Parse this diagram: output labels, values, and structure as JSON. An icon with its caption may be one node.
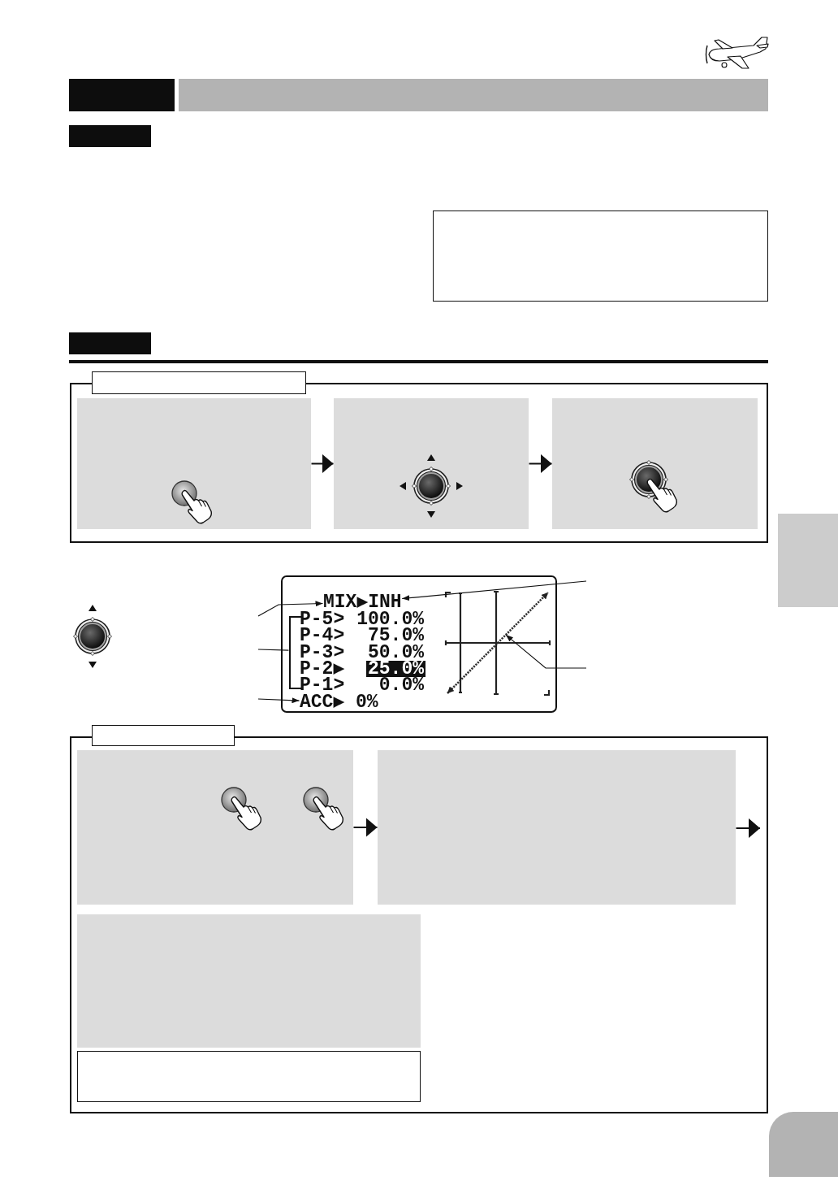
{
  "diagram": {
    "nodes": [
      {
        "text": [],
        "shape": "box"
      },
      {
        "text": [],
        "shape": "bar"
      },
      {
        "text": [],
        "shape": "box"
      },
      {
        "text": [],
        "shape": "box"
      },
      {
        "text": [],
        "shape": "box"
      },
      {
        "text": [],
        "shape": "box"
      },
      {
        "text": [],
        "shape": "box"
      },
      {
        "text": [],
        "shape": "box",
        "in": 6
      },
      {
        "text": [],
        "shape": "box",
        "in": 6
      },
      {
        "text": [],
        "shape": "box",
        "in": 6
      },
      {
        "text": [],
        "shape": "box"
      },
      {
        "text": [],
        "shape": "box"
      },
      {
        "text": [
          "MIX▶INH"
        ],
        "in": 11
      },
      {
        "text": [
          "P-5>",
          "100.0%",
          "P-4>",
          "75.0%",
          "P-3>",
          "50.0%",
          "P-2▶",
          "25.0%",
          "P-1>",
          "0.0%"
        ],
        "in": 11
      },
      {
        "text": [
          "ACC▶ 0%"
        ],
        "in": 11
      },
      {
        "text": [],
        "shape": "line",
        "in": 11
      },
      {
        "text": [],
        "shape": "box"
      },
      {
        "text": [],
        "shape": "box"
      },
      {
        "text": [],
        "shape": "box",
        "in": 17
      },
      {
        "text": [],
        "shape": "box",
        "in": 17
      },
      {
        "text": [],
        "shape": "box",
        "in": 17
      },
      {
        "text": [],
        "shape": "box",
        "in": 17
      },
      {
        "text": [],
        "shape": "box"
      }
    ],
    "edges": [
      {
        "from": 7,
        "to": 8,
        "arrow": "to"
      },
      {
        "from": 8,
        "to": 9,
        "arrow": "to"
      },
      {
        "from": null,
        "to": 12,
        "arrow": "to"
      },
      {
        "from": null,
        "to": 13,
        "arrow": "none"
      },
      {
        "from": null,
        "to": 14,
        "arrow": "to"
      },
      {
        "from": null,
        "to": 12,
        "arrow": "to"
      },
      {
        "from": null,
        "to": 15,
        "arrow": "to"
      },
      {
        "from": 18,
        "to": 19,
        "arrow": "to"
      },
      {
        "from": 19,
        "to": null,
        "arrow": "to"
      }
    ]
  }
}
